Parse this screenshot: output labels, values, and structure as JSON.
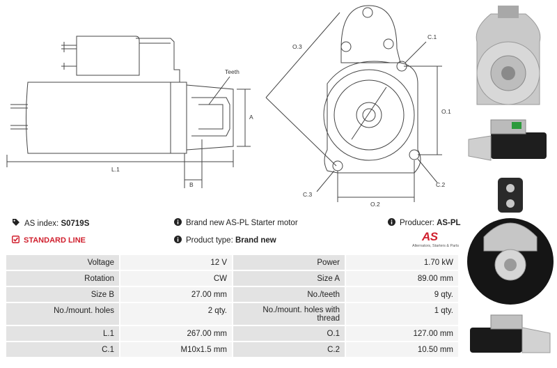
{
  "drawing": {
    "labels": {
      "teeth": "Teeth",
      "a": "A",
      "b": "B",
      "l1": "L.1",
      "o3": "O.3",
      "c1": "C.1",
      "o1": "O.1",
      "c3": "C.3",
      "c2": "C.2",
      "o2": "O.2"
    }
  },
  "info": {
    "as_index_label": "AS index:",
    "as_index_value": "S0719S",
    "line_label": "STANDARD LINE",
    "description": "Brand new AS-PL Starter motor",
    "product_type_label": "Product type:",
    "product_type_value": "Brand new",
    "producer_label": "Producer:",
    "producer_value": "AS-PL"
  },
  "logo": {
    "mark": "AS",
    "tagline": "Alternators, Starters & Parts"
  },
  "specs": [
    {
      "k1": "Voltage",
      "v1": "12 V",
      "k2": "Power",
      "v2": "1.70 kW"
    },
    {
      "k1": "Rotation",
      "v1": "CW",
      "k2": "Size A",
      "v2": "89.00 mm"
    },
    {
      "k1": "Size B",
      "v1": "27.00 mm",
      "k2": "No./teeth",
      "v2": "9 qty."
    },
    {
      "k1": "No./mount. holes",
      "v1": "2 qty.",
      "k2": "No./mount. holes with thread",
      "v2": "1 qty."
    },
    {
      "k1": "L.1",
      "v1": "267.00 mm",
      "k2": "O.1",
      "v2": "127.00 mm"
    },
    {
      "k1": "C.1",
      "v1": "M10x1.5 mm",
      "k2": "C.2",
      "v2": "10.50 mm"
    }
  ],
  "colors": {
    "accent": "#d0202e",
    "key_cell": "#e3e3e3",
    "value_cell": "#f4f4f4"
  }
}
